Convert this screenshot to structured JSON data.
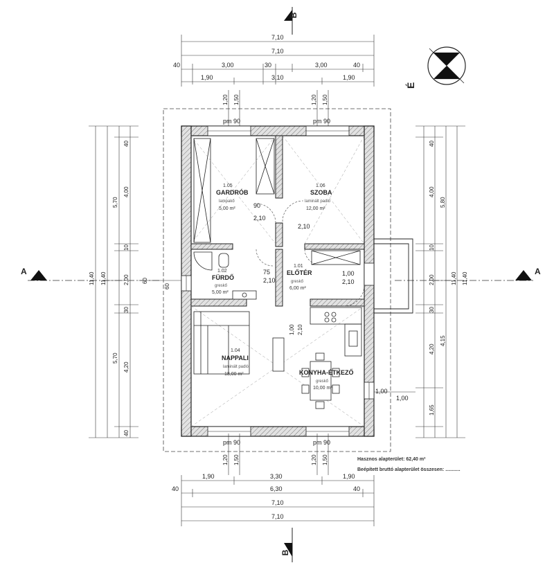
{
  "sections": {
    "a_left": "A",
    "a_right": "A",
    "b_top": "B",
    "b_bottom": "B"
  },
  "compass": {
    "letter": "É"
  },
  "dims": {
    "top_overall_1": "7,10",
    "top_overall_2": "7,10",
    "top_row3": [
      "40",
      "3,00",
      "30",
      "3,00",
      "40"
    ],
    "top_row4": [
      "1,90",
      "3,10",
      "1,90"
    ],
    "top_window_labels": [
      "1,20",
      "1,50",
      "1,20",
      "1,50"
    ],
    "top_pm": [
      "pm 90",
      "pm 90"
    ],
    "bottom_pm": [
      "pm 90",
      "pm 90"
    ],
    "bottom_window_labels": [
      "1,20",
      "1,50",
      "1,20",
      "1,50"
    ],
    "bottom_row1": [
      "1,90",
      "3,30",
      "1,90"
    ],
    "bottom_row2": [
      "40",
      "6,30",
      "40"
    ],
    "bottom_overall_1": "7,10",
    "bottom_overall_2": "7,10",
    "left_outer": "11,40",
    "left_mid": "11,40",
    "left_inner": [
      "40",
      "4,00",
      "10",
      "2,00",
      "30",
      "4,20",
      "40"
    ],
    "left_group": [
      "5,70",
      "5,70"
    ],
    "right_outer": "11,40",
    "right_mid": "11,40",
    "right_inner": [
      "40",
      "4,00",
      "10",
      "2,00",
      "30",
      "4,20",
      "1,65"
    ],
    "right_group": [
      "5,80",
      "4,15"
    ],
    "side_window_left": [
      "60",
      "60"
    ],
    "side_window_right": [
      "1,00",
      "1,00"
    ],
    "door_labels": [
      "90",
      "2,10",
      "2,10",
      "75",
      "2,10",
      "1,00",
      "2,10",
      "1,00",
      "2,10"
    ]
  },
  "rooms": [
    {
      "num": "1.05",
      "name": "GARDRÓB",
      "sub": "lampakő",
      "area": "5,00 m²"
    },
    {
      "num": "1.06",
      "name": "SZOBA",
      "sub": "laminált padló",
      "area": "12,00 m²"
    },
    {
      "num": "1.02",
      "name": "FÜRDŐ",
      "sub": "greskő",
      "area": "5,00 m²"
    },
    {
      "num": "1.01",
      "name": "ELŐTÉR",
      "sub": "greskő",
      "area": "6,00 m²"
    },
    {
      "num": "1.04",
      "name": "NAPPALI",
      "sub": "laminált padló",
      "area": "18,00 m²"
    },
    {
      "num": "",
      "name": "KONYHA-ÉTKEZŐ",
      "sub": "greskő",
      "area": "10,00 m²"
    }
  ],
  "notes": {
    "area_line1": "Hasznos alapterület: 62,40 m²",
    "area_line2": "Beépített bruttó alapterület összesen: ..........."
  },
  "colors": {
    "line": "#222222",
    "wall_fill": "#d9d9d9",
    "hatch": "#888888"
  }
}
